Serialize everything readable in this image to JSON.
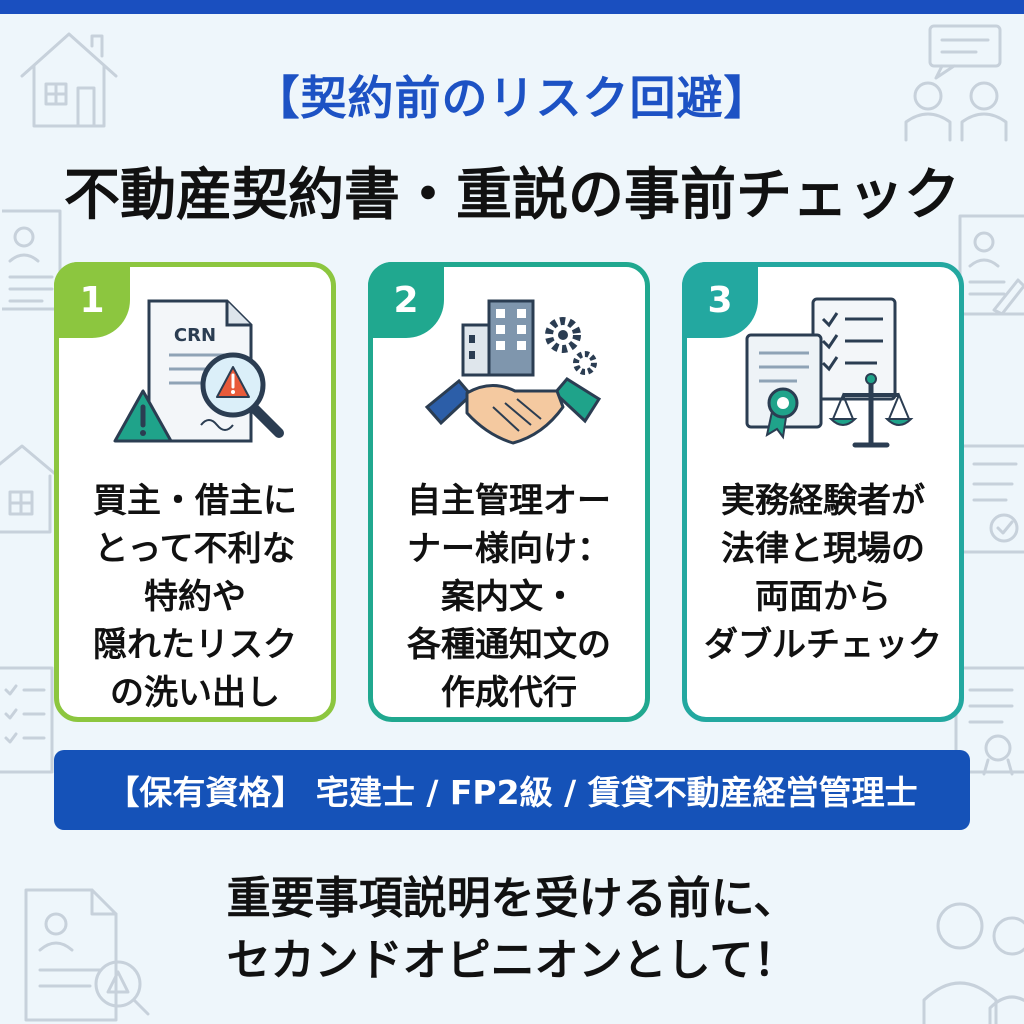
{
  "header": {
    "subtitle": "【契約前のリスク回避】",
    "title": "不動産契約書・重説の事前チェック"
  },
  "cards": [
    {
      "number": "1",
      "illustration_text": "CRN",
      "icon": "document-magnifier-warning-icon",
      "lines": [
        "買主・借主に",
        "とって不利な",
        "特約や",
        "隠れたリスク",
        "の洗い出し"
      ]
    },
    {
      "number": "2",
      "icon": "building-handshake-gears-icon",
      "lines": [
        "自主管理オー",
        "ナー様向け：",
        "案内文・",
        "各種通知文の",
        "作成代行"
      ]
    },
    {
      "number": "3",
      "icon": "checklist-certificate-scales-icon",
      "lines": [
        "実務経験者が",
        "法律と現場の",
        "両面から",
        "ダブルチェック"
      ]
    }
  ],
  "qualifications": {
    "text": "【保有資格】 宅建士 / FP2級 / 賃貸不動産経営管理士"
  },
  "footer": {
    "lines": [
      "重要事項説明を受ける前に、",
      "セカンドオピニオンとして！"
    ]
  },
  "colors": {
    "top_bar": "#1a4fbf",
    "subtitle": "#1d52c4",
    "card1_border": "#8cc63f",
    "card2_border": "#20a88f",
    "card3_border": "#23a8a0",
    "qualification_bar": "#1552b8",
    "background": "#eef6fb"
  }
}
